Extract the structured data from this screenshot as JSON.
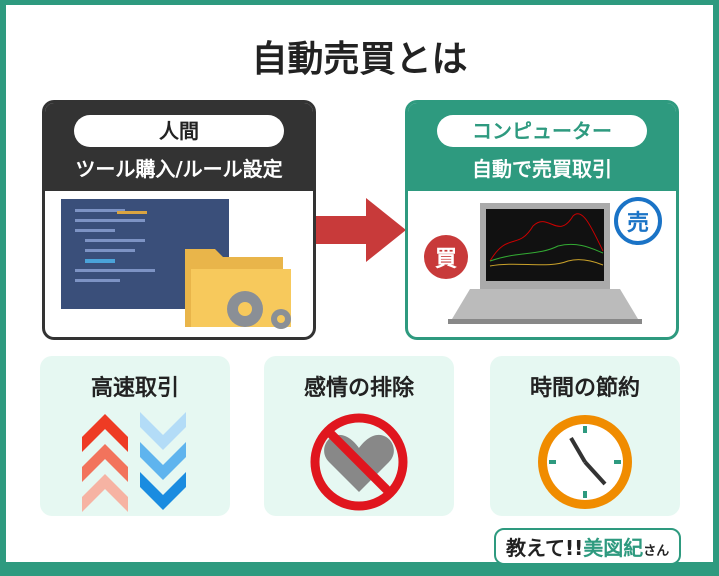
{
  "title": "自動売買とは",
  "human": {
    "label": "人間",
    "description": "ツール購入/ルール設定"
  },
  "computer": {
    "label": "コンピューター",
    "description": "自動で売買取引",
    "buy_badge": "買",
    "sell_badge": "売"
  },
  "benefits": [
    {
      "label": "高速取引",
      "icon": "up-down-chevrons-icon"
    },
    {
      "label": "感情の排除",
      "icon": "no-heart-icon"
    },
    {
      "label": "時間の節約",
      "icon": "clock-icon"
    }
  ],
  "logo": {
    "part1": "教えて!!",
    "part2": "美図紀",
    "part3": "さん"
  },
  "colors": {
    "green": "#2e9a7f",
    "dark": "#333333",
    "red": "#c83a3a",
    "blue": "#1a73c6",
    "mint": "#e6f8f2"
  }
}
